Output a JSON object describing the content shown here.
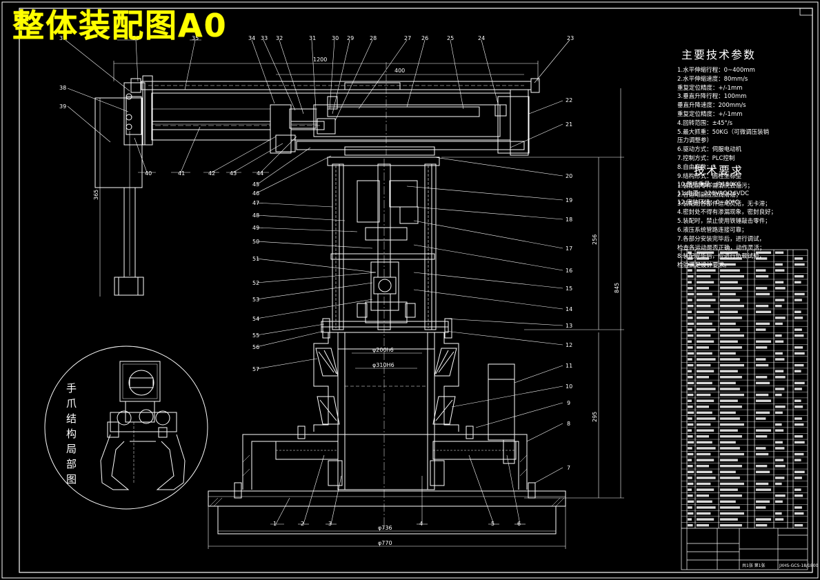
{
  "title": "整体装配图A0",
  "params": {
    "heading": "主要技术参数",
    "lines": [
      "1.水平伸缩行程：0~400mm",
      "2.水平伸缩速度：80mm/s",
      "  重复定位精度：+/-1mm",
      "3.垂直升降行程：100mm",
      "  垂直升降速度：200mm/s",
      "  重复定位精度：+/-1mm",
      "4.回转范围：±45°/s",
      "5.最大抓重：50KG（可微调压装销",
      "           压力调整参）",
      "6.驱动方式：伺服电动机",
      "7.控制方式：PLC控制",
      "8.自由度数：3",
      "9.结构形式：圆柱坐标型",
      "10.整机重量：约180KG",
      "11.电源：220VAC/24VDC",
      "12.安装环境：0~40°C"
    ]
  },
  "tech": {
    "heading": "技术要求",
    "lines": [
      "1.装配前零件需清洗去油污；",
      "2.各运动副应加润滑油；",
      "3.装配后各部件运动灵活，无卡滞；",
      "4.密封处不得有渗漏现象，密封良好；",
      "5.装配时，禁止使用铁锤敲击零件；",
      "6.液压系统管路连接可靠；",
      "7.各部分安装完毕后，进行调试，",
      "  检查各运动是否正确，动作灵活；",
      "8.装配完毕后，应进行负载试验，",
      "  检验满足设计要求。"
    ]
  },
  "detail_label": "手爪结构局部图",
  "dimensions": {
    "top_width": "1200",
    "stroke": "400",
    "arm_height": "365",
    "mid_height": "256",
    "total_height": "845",
    "lower_height": "295",
    "shaft_diameter": "φ200h6",
    "bore_diameter": "φ310H6",
    "base_width": "φ736",
    "base_outer": "φ770"
  },
  "callouts": {
    "top": [
      "37",
      "36",
      "35",
      "34",
      "33",
      "32",
      "31",
      "30",
      "29",
      "28",
      "27",
      "26",
      "25",
      "24",
      "23"
    ],
    "left_upper": [
      "38",
      "39"
    ],
    "bottom_arm": [
      "40",
      "41",
      "42",
      "43",
      "44"
    ],
    "left_column": [
      "45",
      "46",
      "47",
      "48",
      "49",
      "50",
      "51",
      "52",
      "53",
      "54",
      "55",
      "56",
      "57"
    ],
    "right_column": [
      "22",
      "21",
      "20",
      "19",
      "18",
      "17",
      "16",
      "15",
      "14",
      "13",
      "12",
      "11",
      "10",
      "9",
      "8",
      "7"
    ],
    "base": [
      "1",
      "2",
      "3",
      "4",
      "5",
      "6"
    ]
  },
  "title_block": {
    "rows": 47,
    "sheet_info": "共1张 第1张",
    "drawing_no": "JXHS-GCS-18/1800"
  },
  "colors": {
    "background": "#000000",
    "line": "#ffffff",
    "title": "#ffff00"
  }
}
